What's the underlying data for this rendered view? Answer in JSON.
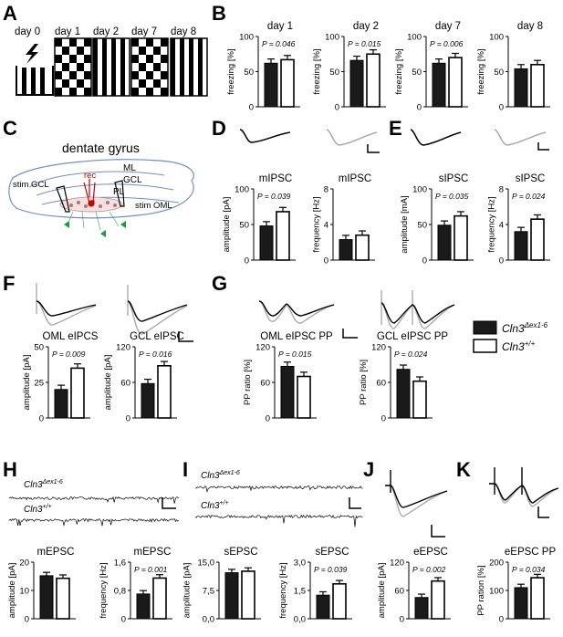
{
  "panel_letters": [
    "A",
    "B",
    "C",
    "D",
    "E",
    "F",
    "G",
    "H",
    "I",
    "J",
    "K"
  ],
  "panel_a": {
    "days": [
      "day 0",
      "day 1",
      "day 2",
      "day 7",
      "day 8"
    ]
  },
  "panel_c": {
    "title": "dentate gyrus",
    "labels": {
      "ml": "ML",
      "gcl": "GCL",
      "pl": "PL",
      "rec": "rec",
      "stim_gcl": "stim GCL",
      "stim_oml": "stim OML"
    }
  },
  "legend": {
    "ko": "Cln3",
    "ko_sup": "Δex1-6",
    "wt": "Cln3",
    "wt_sup": "+/+"
  },
  "trace_labels": {
    "ko": "Cln3",
    "ko_sup": "Δex1-6",
    "wt": "Cln3",
    "wt_sup": "+/+"
  },
  "colors": {
    "ko": "#1a1a1a",
    "wt": "#ffffff",
    "trace_ko": "#000000",
    "trace_wt": "#aaaaaa",
    "rec": "#cc0000",
    "region": "#5577bb",
    "cells": "#1a9a3a"
  },
  "chart_data": [
    {
      "type": "bar",
      "title": "day 1",
      "ylabel": "freezing [%]",
      "ylim": [
        0,
        100
      ],
      "yticks": [
        "0",
        "50",
        "100"
      ],
      "p": "P = 0.046",
      "series": [
        {
          "name": "Cln3Δex1-6",
          "values": [
            62
          ]
        },
        {
          "name": "Cln3+/+",
          "values": [
            67
          ]
        }
      ]
    },
    {
      "type": "bar",
      "title": "day 2",
      "ylabel": "freezing [%]",
      "ylim": [
        0,
        100
      ],
      "yticks": [
        "0",
        "50",
        "100"
      ],
      "p": "P = 0.015",
      "series": [
        {
          "name": "Cln3Δex1-6",
          "values": [
            66
          ]
        },
        {
          "name": "Cln3+/+",
          "values": [
            75
          ]
        }
      ]
    },
    {
      "type": "bar",
      "title": "day 7",
      "ylabel": "freezing [%]",
      "ylim": [
        0,
        100
      ],
      "yticks": [
        "0",
        "50",
        "100"
      ],
      "p": "P = 0.006",
      "series": [
        {
          "name": "Cln3Δex1-6",
          "values": [
            62
          ]
        },
        {
          "name": "Cln3+/+",
          "values": [
            70
          ]
        }
      ]
    },
    {
      "type": "bar",
      "title": "day 8",
      "ylabel": "freezing [%]",
      "ylim": [
        0,
        100
      ],
      "yticks": [
        "0",
        "50",
        "100"
      ],
      "p": "",
      "series": [
        {
          "name": "Cln3Δex1-6",
          "values": [
            54
          ]
        },
        {
          "name": "Cln3+/+",
          "values": [
            60
          ]
        }
      ]
    },
    {
      "type": "bar",
      "title": "mIPSC",
      "ylabel": "amplitude [pA]",
      "ylim": [
        0,
        100
      ],
      "yticks": [
        "0",
        "50",
        "100"
      ],
      "p": "P = 0.039",
      "series": [
        {
          "name": "Cln3Δex1-6",
          "values": [
            48
          ]
        },
        {
          "name": "Cln3+/+",
          "values": [
            68
          ]
        }
      ]
    },
    {
      "type": "bar",
      "title": "mIPSC",
      "ylabel": "frequency [Hz]",
      "ylim": [
        0,
        8
      ],
      "yticks": [
        "0",
        "4",
        "8"
      ],
      "p": "",
      "series": [
        {
          "name": "Cln3Δex1-6",
          "values": [
            2.3
          ]
        },
        {
          "name": "Cln3+/+",
          "values": [
            2.8
          ]
        }
      ]
    },
    {
      "type": "bar",
      "title": "sIPSC",
      "ylabel": "amplitude [mA]",
      "ylim": [
        0,
        100
      ],
      "yticks": [
        "0",
        "50",
        "100"
      ],
      "p": "P = 0.035",
      "series": [
        {
          "name": "Cln3Δex1-6",
          "values": [
            49
          ]
        },
        {
          "name": "Cln3+/+",
          "values": [
            62
          ]
        }
      ]
    },
    {
      "type": "bar",
      "title": "sIPSC",
      "ylabel": "frequency [Hz]",
      "ylim": [
        0,
        8
      ],
      "yticks": [
        "0",
        "4",
        "8"
      ],
      "p": "P = 0.024",
      "series": [
        {
          "name": "Cln3Δex1-6",
          "values": [
            3.2
          ]
        },
        {
          "name": "Cln3+/+",
          "values": [
            4.6
          ]
        }
      ]
    },
    {
      "type": "bar",
      "title": "OML eIPCS",
      "ylabel": "amplitude [pA]",
      "ylim": [
        0,
        50
      ],
      "yticks": [
        "0",
        "25",
        "50"
      ],
      "p": "P = 0.009",
      "series": [
        {
          "name": "Cln3Δex1-6",
          "values": [
            20
          ]
        },
        {
          "name": "Cln3+/+",
          "values": [
            35
          ]
        }
      ]
    },
    {
      "type": "bar",
      "title": "GCL eIPSC",
      "ylabel": "amplitude [pA]",
      "ylim": [
        0,
        120
      ],
      "yticks": [
        "0",
        "60",
        "120"
      ],
      "p": "P = 0.016",
      "series": [
        {
          "name": "Cln3Δex1-6",
          "values": [
            58
          ]
        },
        {
          "name": "Cln3+/+",
          "values": [
            88
          ]
        }
      ]
    },
    {
      "type": "bar",
      "title": "OML eIPSC PP",
      "ylabel": "PP ratio [%]",
      "ylim": [
        0,
        120
      ],
      "yticks": [
        "0",
        "60",
        "120"
      ],
      "p": "P = 0.015",
      "series": [
        {
          "name": "Cln3Δex1-6",
          "values": [
            87
          ]
        },
        {
          "name": "Cln3+/+",
          "values": [
            70
          ]
        }
      ]
    },
    {
      "type": "bar",
      "title": "GCL eIPSC PP",
      "ylabel": "PP ratio [%]",
      "ylim": [
        0,
        120
      ],
      "yticks": [
        "0",
        "60",
        "120"
      ],
      "p": "P = 0.024",
      "series": [
        {
          "name": "Cln3Δex1-6",
          "values": [
            82
          ]
        },
        {
          "name": "Cln3+/+",
          "values": [
            62
          ]
        }
      ]
    },
    {
      "type": "bar",
      "title": "mEPSC",
      "ylabel": "amplitude [pA]",
      "ylim": [
        0,
        20
      ],
      "yticks": [
        "0",
        "10",
        "20"
      ],
      "p": "",
      "series": [
        {
          "name": "Cln3Δex1-6",
          "values": [
            15.2
          ]
        },
        {
          "name": "Cln3+/+",
          "values": [
            14.3
          ]
        }
      ]
    },
    {
      "type": "bar",
      "title": "mEPSC",
      "ylabel": "frequency [Hz]",
      "ylim": [
        0,
        1.6
      ],
      "yticks": [
        "0",
        "0,8",
        "1,6"
      ],
      "p": "P = 0.001",
      "series": [
        {
          "name": "Cln3Δex1-6",
          "values": [
            0.7
          ]
        },
        {
          "name": "Cln3+/+",
          "values": [
            1.15
          ]
        }
      ]
    },
    {
      "type": "bar",
      "title": "sEPSC",
      "ylabel": "amplitude [pA]",
      "ylim": [
        0,
        15
      ],
      "yticks": [
        "0,0",
        "7,5",
        "15,0"
      ],
      "p": "",
      "series": [
        {
          "name": "Cln3Δex1-6",
          "values": [
            12.2
          ]
        },
        {
          "name": "Cln3+/+",
          "values": [
            12.6
          ]
        }
      ]
    },
    {
      "type": "bar",
      "title": "sEPSC",
      "ylabel": "frequency [Hz]",
      "ylim": [
        0,
        3
      ],
      "yticks": [
        "0,0",
        "1,5",
        "3,0"
      ],
      "p": "P = 0.039",
      "series": [
        {
          "name": "Cln3Δex1-6",
          "values": [
            1.25
          ]
        },
        {
          "name": "Cln3+/+",
          "values": [
            1.85
          ]
        }
      ]
    },
    {
      "type": "bar",
      "title": "eEPSC",
      "ylabel": "amplitude [pA]",
      "ylim": [
        0,
        120
      ],
      "yticks": [
        "0",
        "60",
        "120"
      ],
      "p": "P = 0.002",
      "series": [
        {
          "name": "Cln3Δex1-6",
          "values": [
            45
          ]
        },
        {
          "name": "Cln3+/+",
          "values": [
            80
          ]
        }
      ]
    },
    {
      "type": "bar",
      "title": "eEPSC PP",
      "ylabel": "PP ration [%]",
      "ylim": [
        0,
        200
      ],
      "yticks": [
        "0",
        "100",
        "200"
      ],
      "p": "P = 0.034",
      "series": [
        {
          "name": "Cln3Δex1-6",
          "values": [
            110
          ]
        },
        {
          "name": "Cln3+/+",
          "values": [
            145
          ]
        }
      ]
    }
  ]
}
